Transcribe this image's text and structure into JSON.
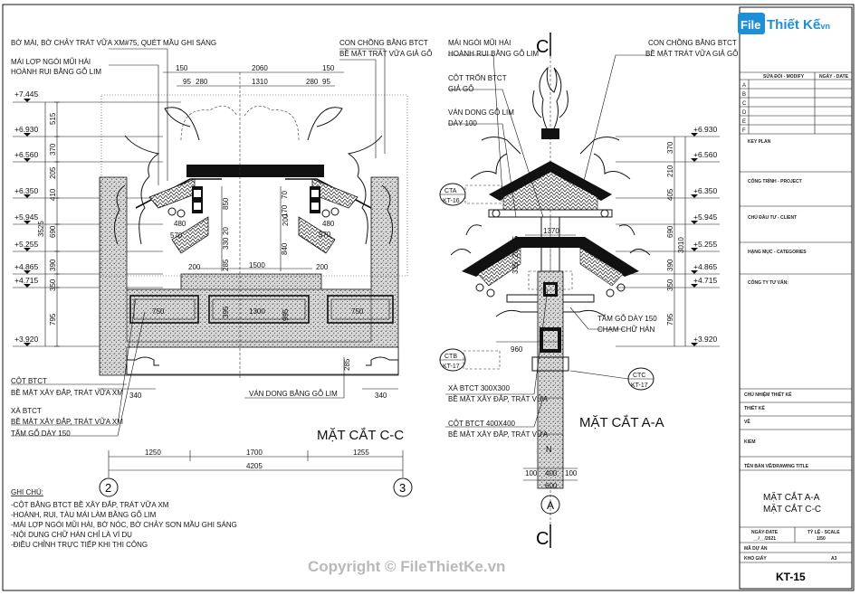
{
  "brand": {
    "logo_word": "File",
    "logo_name": "Thiết Kế",
    "logo_suffix": ".vn",
    "accent": "#1e8fd6"
  },
  "section_cc": {
    "title": "MẶT CẮT C-C",
    "top_labels": [
      "BỜ MÁI, BỜ CHẢY TRÁT VỮA XM#75, QUÉT MẦU GHI SÁNG",
      "MÁI LỢP NGÓI MŨI HÀI",
      "HOÀNH RUI BẰNG GỖ LIM"
    ],
    "right_labels": [
      "CON CHỒNG BẰNG BTCT",
      "BỀ MẶT TRÁT VỮA GIẢ GỖ"
    ],
    "bottom_labels": [
      "CỘT BTCT",
      "BỀ MẶT XÂY ĐẮP, TRÁT VỮA XM",
      "XÀ BTCT",
      "BỀ MẶT XÂY ĐẮP, TRÁT VỮA XM",
      "TẤM GỖ DÀY 150"
    ],
    "van_dong": "VÁN DONG BẰNG GỖ LIM",
    "levels": [
      "+7.445",
      "+6.930",
      "+6.560",
      "+6.350",
      "+5.945",
      "+5.255",
      "+4.865",
      "+4.715",
      "+3.920"
    ],
    "vdims": [
      "515",
      "370",
      "205",
      "410",
      "690",
      "390",
      "350",
      "795"
    ],
    "vtotal": "3525",
    "top_dims": [
      "150",
      "2060",
      "150",
      "95",
      "280",
      "1310",
      "280",
      "95"
    ],
    "inner_dims": [
      "480",
      "570",
      "200",
      "850",
      "170",
      "20",
      "330",
      "285",
      "1500",
      "200",
      "840",
      "70",
      "570",
      "480",
      "200",
      "395",
      "995"
    ],
    "panel_dims": [
      "750",
      "1300",
      "750"
    ],
    "foot_dims": [
      "340",
      "340",
      "285"
    ],
    "bottom_dims": [
      "1250",
      "1700",
      "1255"
    ],
    "overall": "4205",
    "axes": [
      "2",
      "3"
    ]
  },
  "section_aa": {
    "title": "MẶT CẮT A-A",
    "cut_letter": "C",
    "left_labels": [
      "MÁI NGÓI MŨI HÀI",
      "HOÀNH RUI BẰNG GỖ LIM",
      "CỘT TRỐN BTCT",
      "GIẢ GỖ",
      "VÁN DONG GỖ LIM",
      "DÀY 100"
    ],
    "right_labels": [
      "CON CHỒNG BẰNG BTCT",
      "BỀ MẶT TRÁT VỮA GIẢ GỖ"
    ],
    "tam_go": [
      "TẤM GỖ DÀY 150",
      "CHẠM CHỮ HÁN"
    ],
    "bottom_labels": [
      "XÀ BTCT 300X300",
      "BỀ MẶT XÂY ĐẮP, TRÁT VỮA",
      "CỘT BTCT 400X400",
      "BỀ MẶT XÂY ĐẮP, TRÁT VỮA"
    ],
    "callouts": [
      {
        "top": "CTA",
        "bottom": "KT-16"
      },
      {
        "top": "CTB",
        "bottom": "KT-17"
      },
      {
        "top": "CTC",
        "bottom": "KT-17"
      }
    ],
    "levels": [
      "+6.930",
      "+6.560",
      "+6.350",
      "+5.945",
      "+5.255",
      "+4.865",
      "+4.715",
      "+3.920"
    ],
    "vdims": [
      "370",
      "210",
      "405",
      "690",
      "390",
      "350",
      "795"
    ],
    "vtotal": "3010",
    "misc_dims": [
      "1370",
      "325",
      "20",
      "335",
      "960",
      "100",
      "400",
      "100",
      "600"
    ],
    "axis": "A",
    "north": "N"
  },
  "notes": {
    "heading": "GHI CHÚ:",
    "lines": [
      "-CỘT BẰNG BTCT BỀ XÂY ĐẮP, TRÁT VỮA XM",
      "-HOÀNH, RUI, TÀU MÁI LÀM BẰNG GỖ LIM",
      "-MÁI LỢP NGÓI MŨI HÀI, BỜ NÓC, BỜ CHẢY SƠN MẦU GHI SÁNG",
      "-NỘI DUNG CHỮ HÁN CHỈ LÀ VÍ DỤ",
      "-ĐIỀU CHỈNH TRỰC TIẾP KHI THI CÔNG"
    ]
  },
  "title_block": {
    "revision_head": [
      "SỬA ĐỔI - MODIFY",
      "NGÀY - DATE"
    ],
    "revisions": [
      "A",
      "B",
      "C",
      "D",
      "E",
      "F"
    ],
    "fields": [
      "KEY PLAN",
      "CÔNG TRÌNH - PROJECT",
      "CHỦ ĐẦU TƯ - CLIENT",
      "HẠNG MỤC - CATEGORIES",
      "CÔNG TY TƯ VẤN:"
    ],
    "sign_rows": [
      "CHỦ NHIỆM THIẾT KẾ",
      "THIẾT KẾ",
      "VẼ",
      "KIỂM"
    ],
    "drawing_name_label": "TÊN BẢN VẼ/DRAWING TITLE",
    "drawing_names": [
      "MẶT CẮT A-A",
      "MẶT CẮT C-C"
    ],
    "date_label": "NGÀY-DATE",
    "date_value": "__/__/2021",
    "scale_label": "TỶ LỆ - SCALE",
    "scale_value": "1/50",
    "code_label": "MÃ DỰ ÁN",
    "size_label": "KHỔ GIẤY",
    "size_value": "A3",
    "sheet_no": "KT-15"
  },
  "watermark": "Copyright © FileThietKe.vn"
}
